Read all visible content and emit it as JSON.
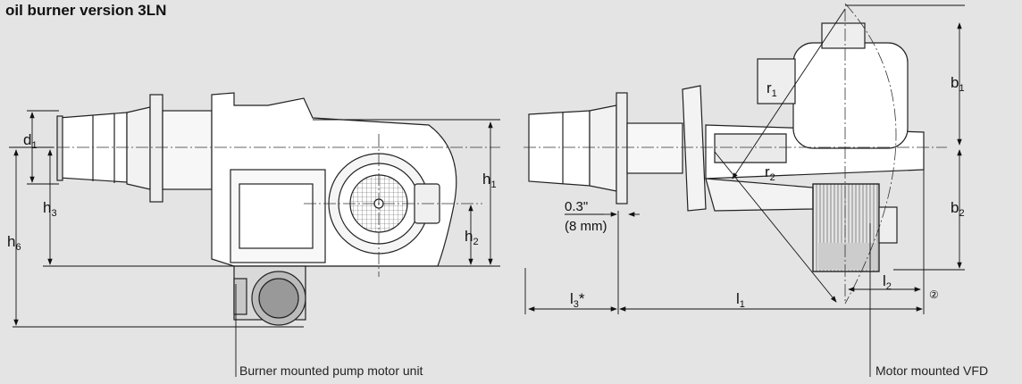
{
  "title": "oil burner version 3LN",
  "dimensions": {
    "d1": {
      "main": "d",
      "sub": "1"
    },
    "h1": {
      "main": "h",
      "sub": "1"
    },
    "h2": {
      "main": "h",
      "sub": "2"
    },
    "h3": {
      "main": "h",
      "sub": "3"
    },
    "h6": {
      "main": "h",
      "sub": "6"
    },
    "b1": {
      "main": "b",
      "sub": "1"
    },
    "b2": {
      "main": "b",
      "sub": "2"
    },
    "l1": {
      "main": "l",
      "sub": "1"
    },
    "l2": {
      "main": "l",
      "sub": "2"
    },
    "l3": {
      "main": "l",
      "sub": "3",
      "suffix": "*"
    },
    "r1": {
      "main": "r",
      "sub": "1"
    },
    "r2": {
      "main": "r",
      "sub": "2"
    }
  },
  "gap": {
    "inch": "0.3\"",
    "mm": "(8 mm)"
  },
  "marker": "②",
  "callouts": {
    "pump": "Burner mounted pump motor unit",
    "vfd": "Motor mounted VFD"
  }
}
